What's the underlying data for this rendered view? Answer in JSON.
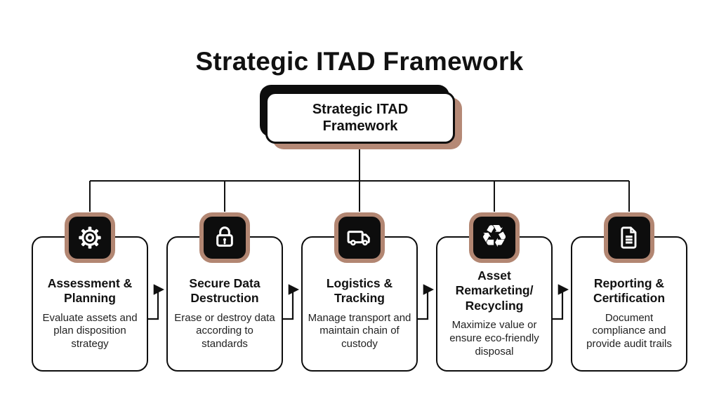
{
  "page_title": "Strategic ITAD Framework",
  "root": {
    "label": "Strategic ITAD Framework"
  },
  "steps": [
    {
      "icon": "gear-icon",
      "title": "Assessment & Planning",
      "description": "Evaluate assets and plan disposition strategy"
    },
    {
      "icon": "lock-icon",
      "title": "Secure Data Destruction",
      "description": "Erase or destroy data according to standards"
    },
    {
      "icon": "truck-icon",
      "title": "Logistics & Tracking",
      "description": "Manage transport and maintain chain of custody"
    },
    {
      "icon": "recycle-icon",
      "title": "Asset Remarketing/ Recycling",
      "description": "Maximize value or ensure eco-friendly disposal"
    },
    {
      "icon": "document-icon",
      "title": "Reporting & Certification",
      "description": "Document compliance and provide audit trails"
    }
  ],
  "icons": {
    "recycle_glyph": "♻"
  },
  "colors": {
    "tan_accent": "#b28672",
    "shadow_tan": "#b58976",
    "node_fill": "#0d0d0d",
    "line": "#111111",
    "background": "#ffffff"
  }
}
